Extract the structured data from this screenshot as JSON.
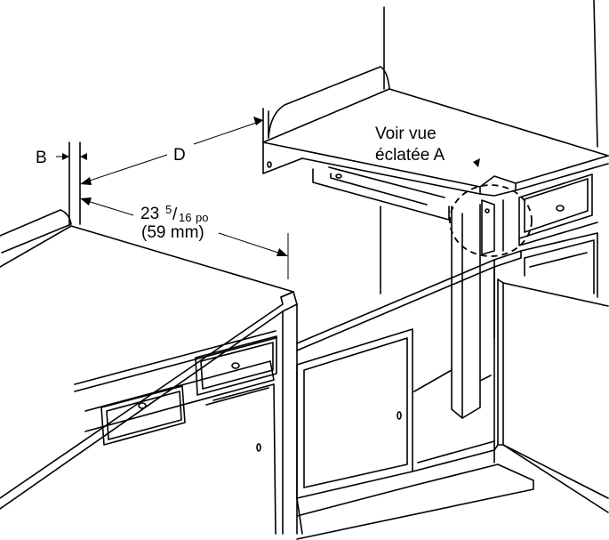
{
  "labels": {
    "b": "B",
    "d": "D",
    "dim_whole": "23",
    "dim_num": "5",
    "dim_slash": "/",
    "dim_den": "16",
    "dim_unit": "po",
    "dim_metric": "(59 mm)",
    "view_line1": "Voir vue",
    "view_line2": "éclatée A"
  },
  "colors": {
    "line": "#000000",
    "background": "#ffffff"
  }
}
